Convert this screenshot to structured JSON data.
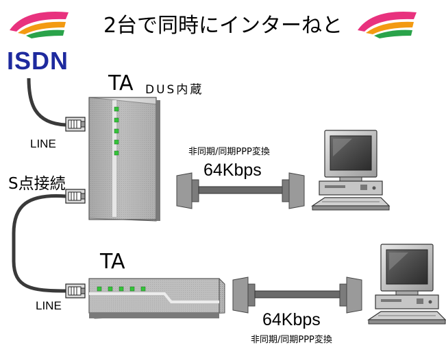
{
  "title": "2台で同時にインターねと",
  "isdn_label": "ISDN",
  "ta_top": {
    "label": "TA",
    "sublabel": "DUS内蔵"
  },
  "ta_bottom": {
    "label": "TA"
  },
  "line_label_top": "LINE",
  "line_label_bottom": "LINE",
  "s_point_label": "S点接続",
  "link_top": {
    "protocol": "非同期/同期PPP変換",
    "speed": "64Kbps"
  },
  "link_bottom": {
    "protocol": "非同期/同期PPP変換",
    "speed": "64Kbps"
  },
  "colors": {
    "title_fan_outer": "#e8327e",
    "title_fan_middle": "#f39a12",
    "title_fan_inner": "#2aa34a",
    "isdn_text": "#1e2a9e",
    "led": "#35c43a",
    "device_gray": "#b9b9b9",
    "cable": "#3a3a3a"
  },
  "icons": [
    "title-fan-icon",
    "rj45-connector-icon",
    "serial-connector-icon",
    "desktop-computer-icon",
    "status-led-icon"
  ]
}
